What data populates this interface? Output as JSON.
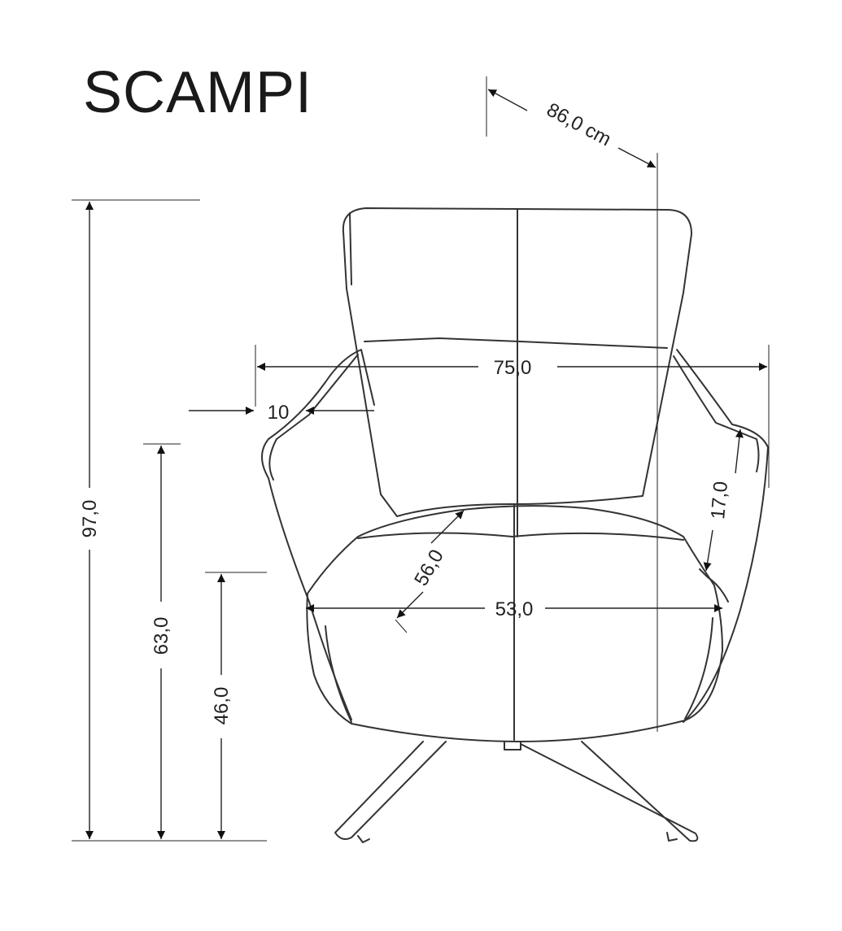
{
  "title": "SCAMPI",
  "dimensions": {
    "depth": "86,0 cm",
    "total_width": "75,0",
    "arm_width": "10",
    "backrest_arm_height": "17,0",
    "seat_depth": "56,0",
    "seat_width": "53,0",
    "total_height": "97,0",
    "armrest_height": "63,0",
    "seat_height": "46,0"
  }
}
